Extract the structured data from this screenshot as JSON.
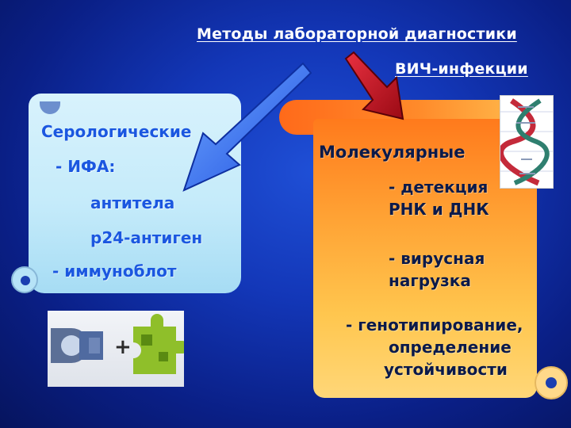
{
  "title": {
    "line1": "Методы лабораторной диагностики",
    "line2": "ВИЧ-инфекции"
  },
  "serological": {
    "heading": "Серологические",
    "items": [
      "- ИФА:",
      "антитела",
      "р24-антиген",
      "- иммуноблот"
    ]
  },
  "molecular": {
    "heading": "Молекулярные",
    "items": [
      "- детекция",
      "РНК и ДНК",
      "- вирусная",
      "нагрузка",
      "- генотипирование,",
      "определение",
      "устойчивости"
    ]
  },
  "colors": {
    "left_arrow": "#1f5fe0",
    "right_arrow": "#b0101a",
    "left_scroll": "#c5ebfa",
    "right_scroll": "#ffa234"
  },
  "icons": [
    "dna-icon",
    "puzzle-icon"
  ]
}
